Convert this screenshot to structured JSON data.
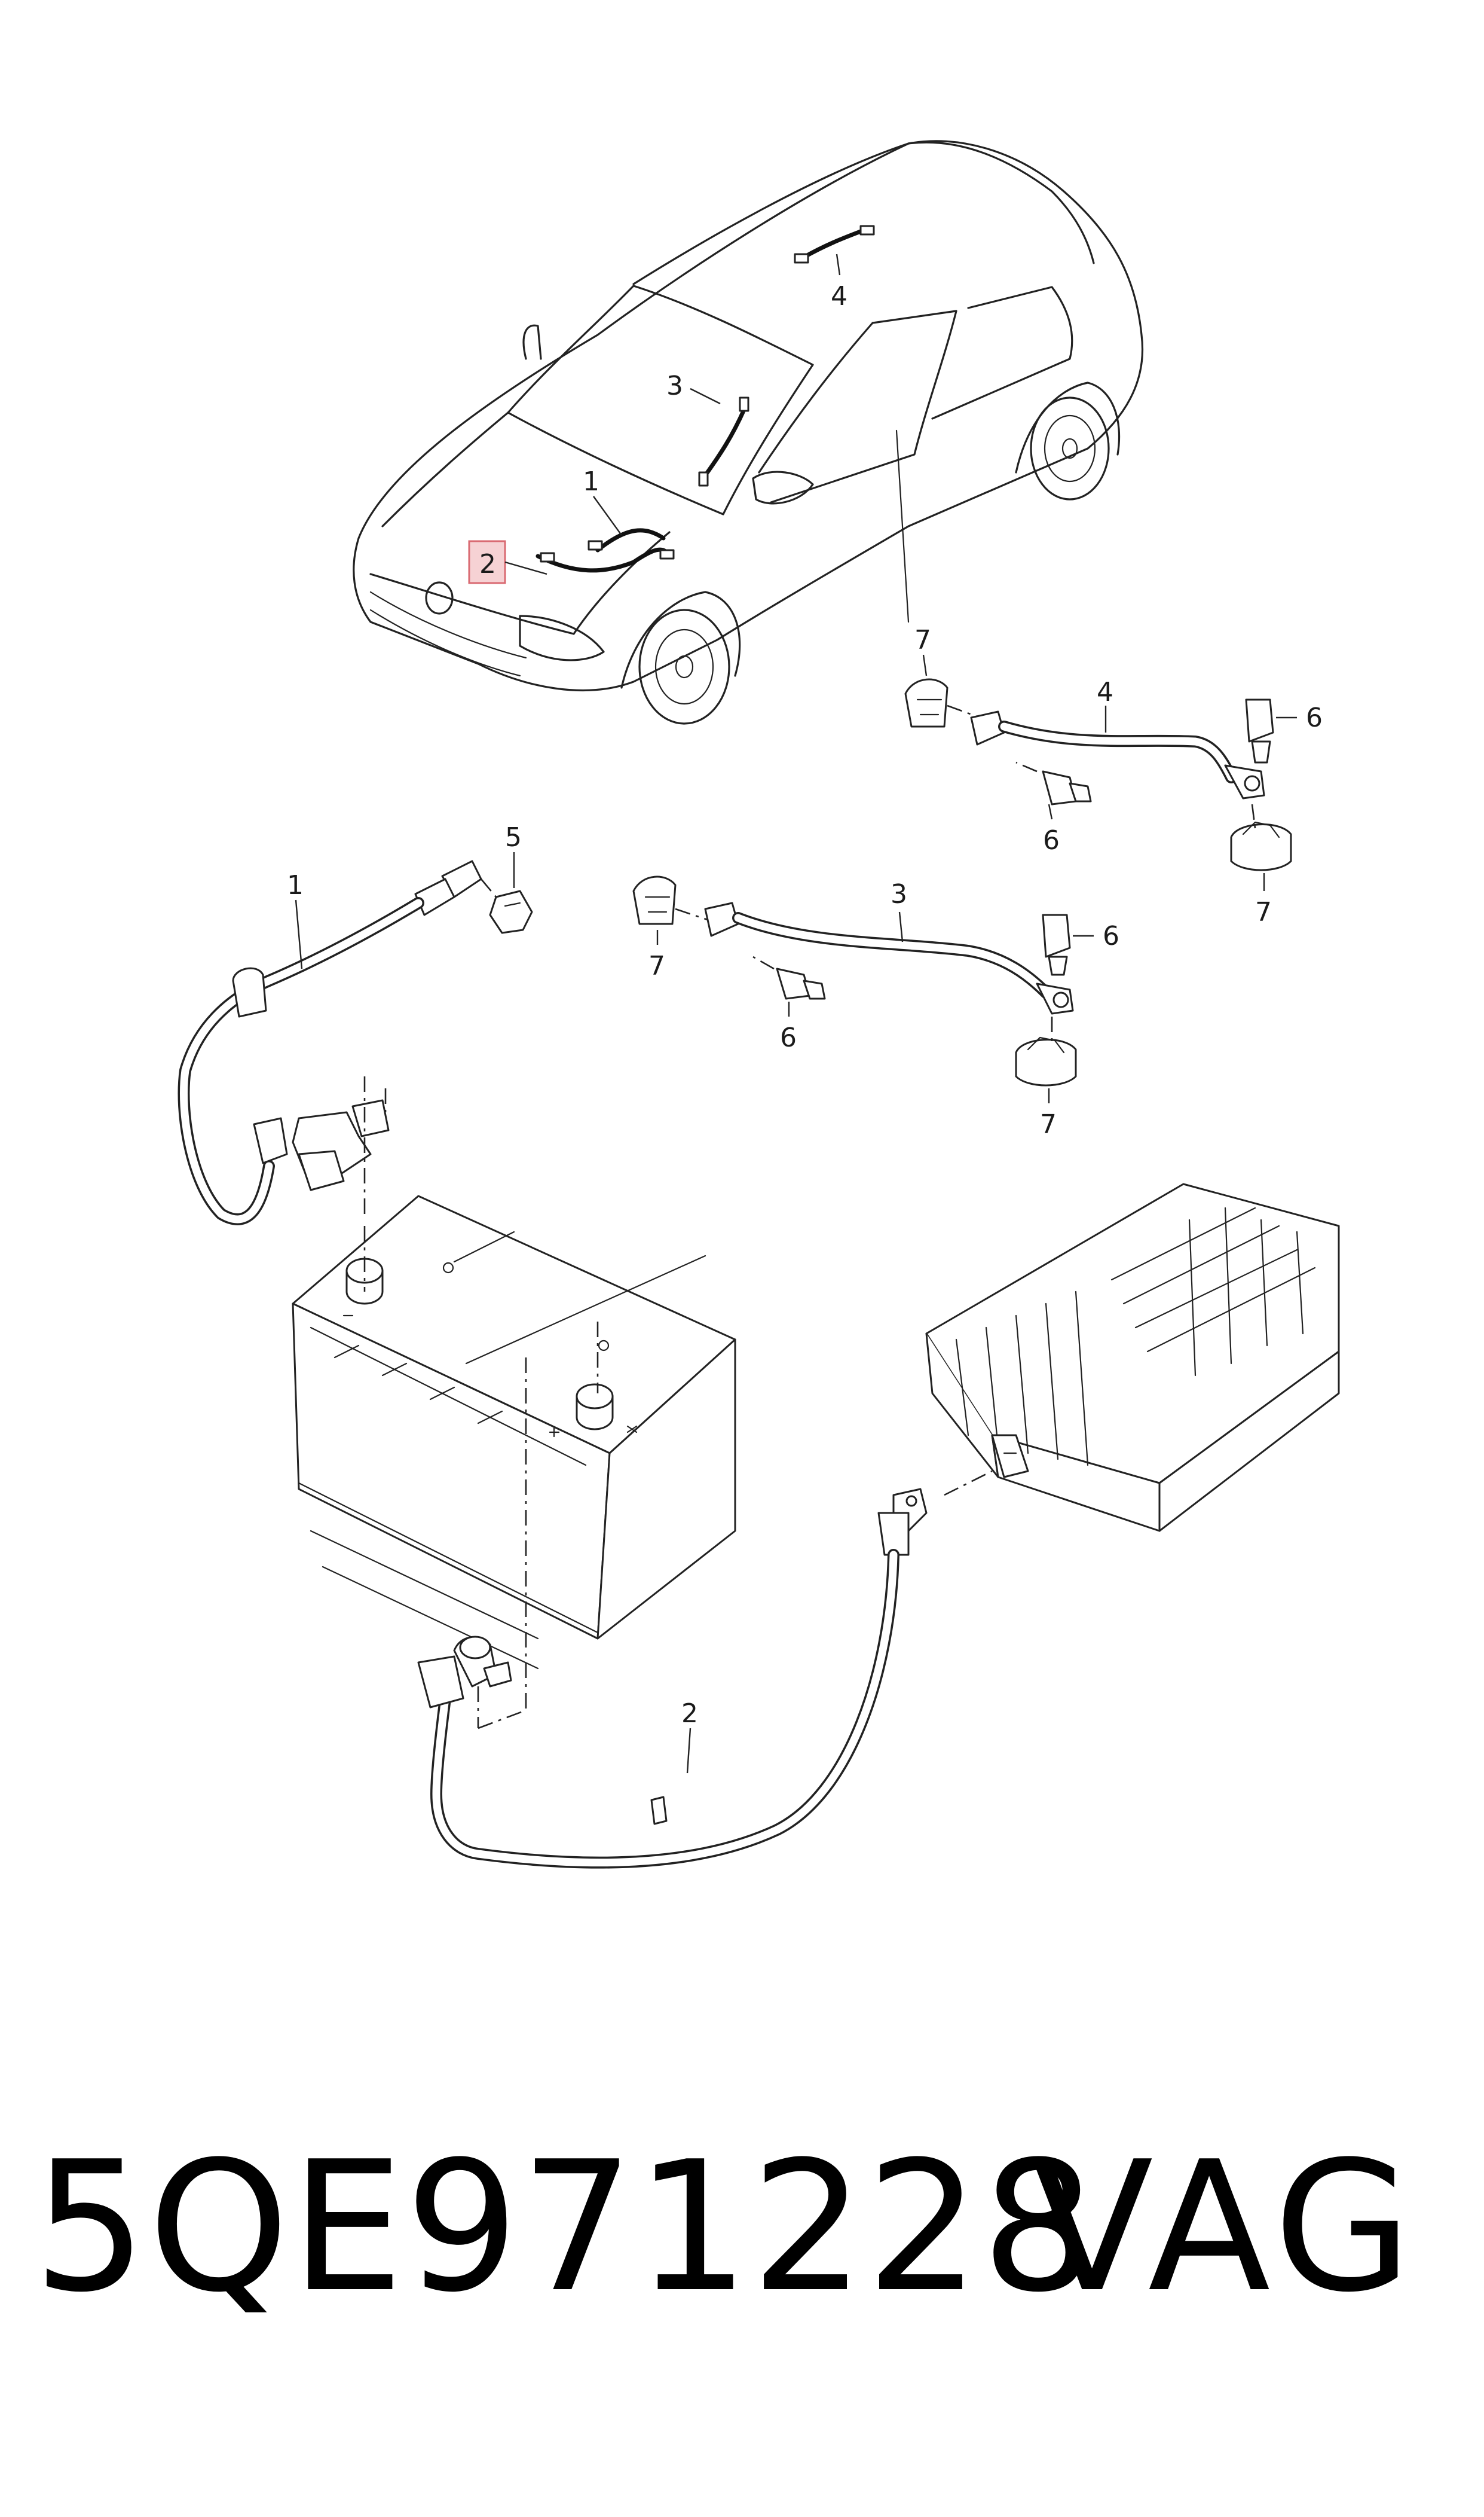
{
  "diagram": {
    "callouts": {
      "car_1": "1",
      "car_2": "2",
      "car_3": "3",
      "car_4": "4",
      "cable_4": "4",
      "cable_4_nut_6a": "6",
      "cable_4_bolt_6b": "6",
      "cable_4_clip_7a": "7",
      "cable_4_clip_7b": "7",
      "cable_1": "1",
      "cable_1_nut_5": "5",
      "cable_3": "3",
      "cable_3_clip_7a": "7",
      "cable_3_bolt_6a": "6",
      "cable_3_nut_6b": "6",
      "cable_3_clip_7b": "7",
      "cable_2": "2"
    },
    "highlighted_callout": "2",
    "highlight_color": "#f6d2d4"
  },
  "footer": {
    "part_number": "5QE971228",
    "brand": "VAG"
  }
}
